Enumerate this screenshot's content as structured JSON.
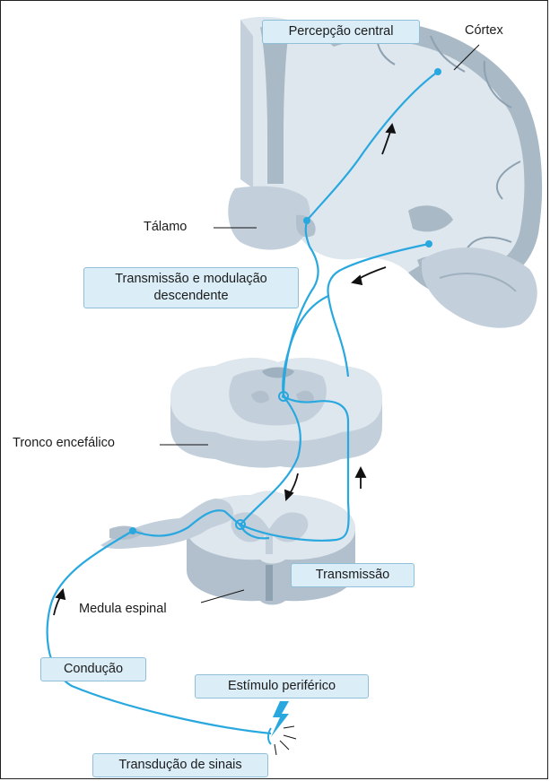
{
  "labels": {
    "percepcao": "Percepção central",
    "cortex": "Córtex",
    "talamo": "Tálamo",
    "transmissao_mod_l1": "Transmissão e modulação",
    "transmissao_mod_l2": "descendente",
    "tronco": "Tronco encefálico",
    "transmissao": "Transmissão",
    "medula": "Medula espinal",
    "conducao": "Condução",
    "estimulo": "Estímulo periférico",
    "transducao": "Transdução de sinais"
  },
  "colors": {
    "pathway": "#29a8df",
    "tissue_dark": "#a9b9c6",
    "tissue_mid": "#c3d0db",
    "tissue_light": "#dfe7ee",
    "label_box": "#dbeef8"
  }
}
